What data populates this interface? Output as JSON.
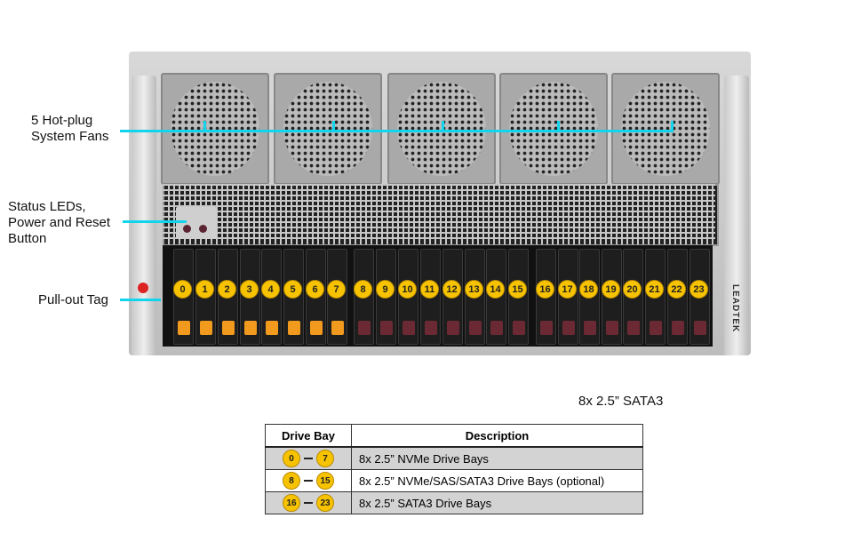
{
  "callouts": {
    "fans": [
      "5 Hot-plug",
      "System Fans"
    ],
    "status": [
      "Status LEDs,",
      "Power and Reset",
      "Button"
    ],
    "pull_tag": "Pull-out  Tag"
  },
  "brand": "LEADTEK",
  "drive_bays": [
    "0",
    "1",
    "2",
    "3",
    "4",
    "5",
    "6",
    "7",
    "8",
    "9",
    "10",
    "11",
    "12",
    "13",
    "14",
    "15",
    "16",
    "17",
    "18",
    "19",
    "20",
    "21",
    "22",
    "23"
  ],
  "caption": "8x 2.5” SATA3",
  "table": {
    "headers": [
      "Drive Bay",
      "Description"
    ],
    "rows": [
      {
        "from": "0",
        "to": "7",
        "desc": "8x 2.5” NVMe  Drive  Bays"
      },
      {
        "from": "8",
        "to": "15",
        "desc": "8x 2.5” NVMe/SAS/SATA3 Drive  Bays (optional)"
      },
      {
        "from": "16",
        "to": "23",
        "desc": "8x 2.5” SATA3 Drive  Bays"
      }
    ]
  },
  "colors": {
    "callout": "#12d4ec",
    "badge": "#f7c300",
    "nvme_latch": "#f29a1e",
    "other_latch": "#6b2a33"
  }
}
